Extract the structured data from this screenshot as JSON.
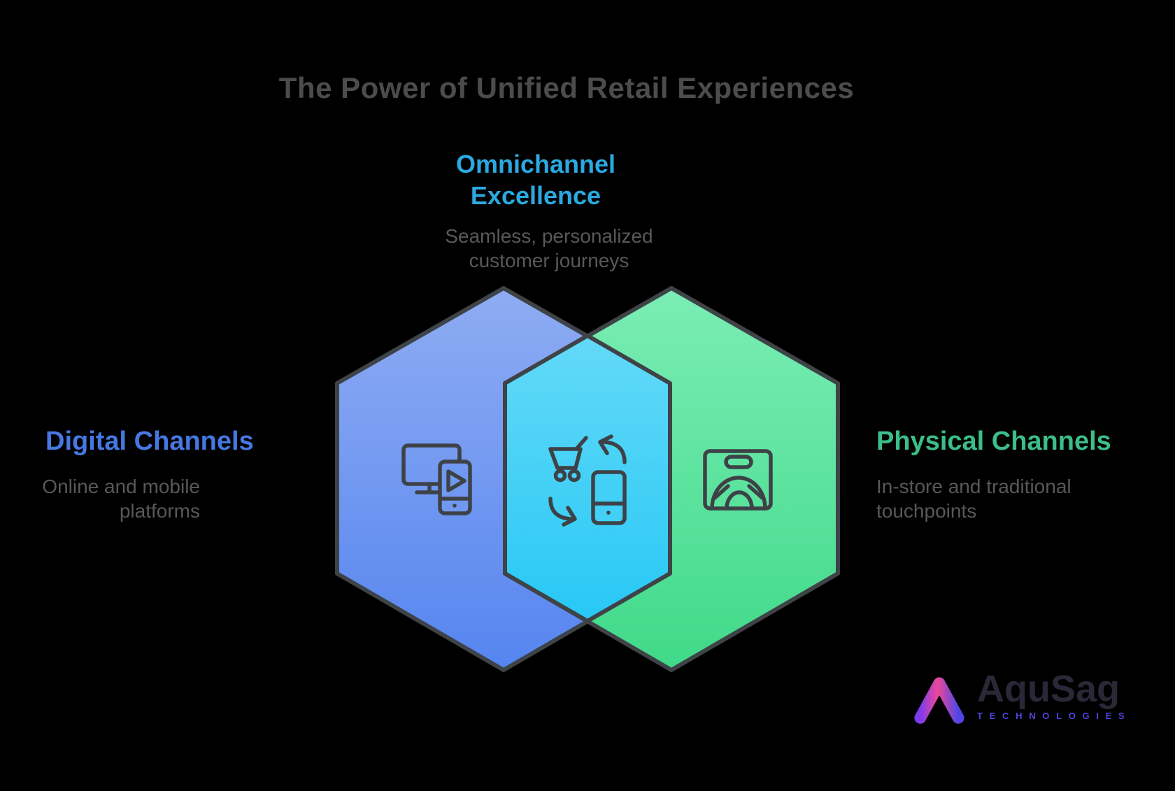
{
  "title": "The Power of Unified Retail Experiences",
  "center": {
    "heading": "Omnichannel\nExcellence",
    "description": "Seamless, personalized\ncustomer journeys"
  },
  "left": {
    "heading": "Digital Channels",
    "description": "Online and mobile\nplatforms"
  },
  "right": {
    "heading": "Physical Channels",
    "description": "In-store and traditional\ntouchpoints"
  },
  "icons": {
    "digital": "devices-icon",
    "overlap": "cart-sync-icon",
    "physical": "store-bag-icon"
  },
  "colors": {
    "title_text": "#4C4C4C",
    "body_text": "#58585A",
    "center_heading": "#2BA9E0",
    "left_heading": "#4678E2",
    "right_heading": "#3BBE8A",
    "digital_hex_top": "#8FACF2",
    "digital_hex_bottom": "#5585F0",
    "physical_hex_top": "#7BEDB5",
    "physical_hex_bottom": "#40D989",
    "overlap_hex_top": "#63D9F8",
    "overlap_hex_bottom": "#28C8F5",
    "hex_outline": "#3E4347",
    "icon_stroke": "#3D4247",
    "logo_tagline": "#5142DC"
  },
  "logo": {
    "wordmark": "AquSag",
    "tagline": "TECHNOLOGIES"
  }
}
